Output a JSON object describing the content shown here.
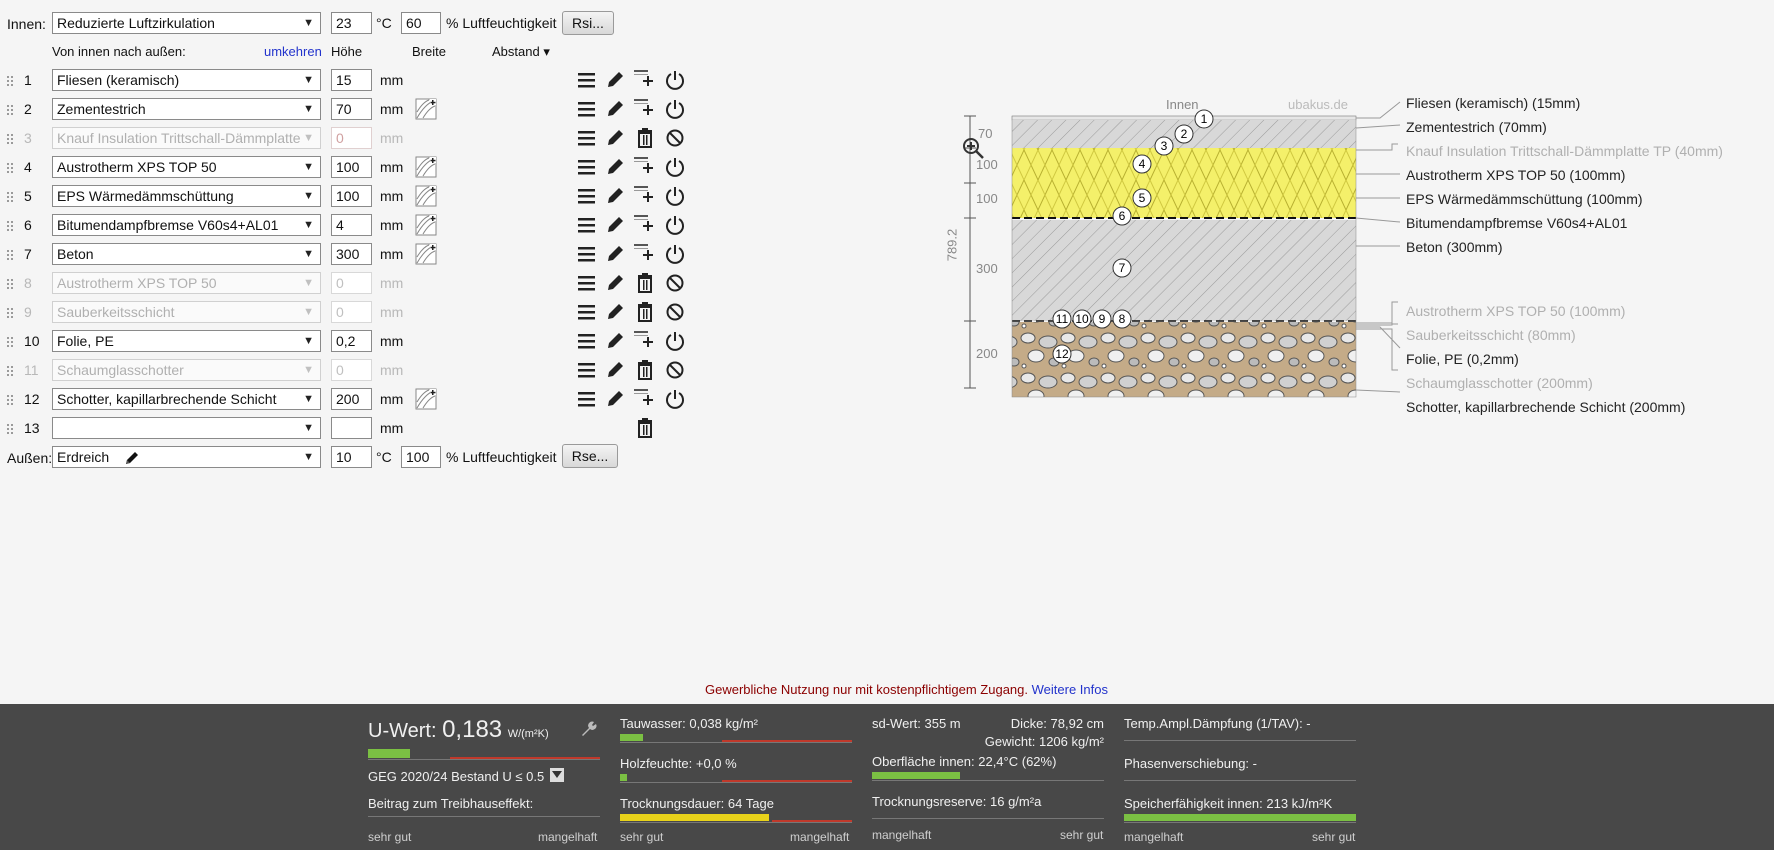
{
  "top": {
    "inner_label": "Innen:",
    "inner_condition": "Reduzierte Luftzirkulation",
    "inner_temp": "23",
    "temp_unit": "°C",
    "inner_humidity": "60",
    "humidity_label": "% Luftfeuchtigkeit",
    "rsi_button": "Rsi..."
  },
  "header": {
    "direction_label": "Von innen nach außen:",
    "reverse_link": "umkehren",
    "height_col": "Höhe",
    "width_col": "Breite",
    "spacing_col": "Abstand ▾"
  },
  "layers": [
    {
      "num": "1",
      "name": "Fliesen (keramisch)",
      "value": "15",
      "unit": "mm",
      "active": true,
      "hatch": false
    },
    {
      "num": "2",
      "name": "Zementestrich",
      "value": "70",
      "unit": "mm",
      "active": true,
      "hatch": true
    },
    {
      "num": "3",
      "name": "Knauf Insulation Trittschall-Dämmplatte",
      "value": "0",
      "unit": "mm",
      "active": false,
      "hatch": false
    },
    {
      "num": "4",
      "name": "Austrotherm XPS TOP 50",
      "value": "100",
      "unit": "mm",
      "active": true,
      "hatch": true
    },
    {
      "num": "5",
      "name": "EPS Wärmedämmschüttung",
      "value": "100",
      "unit": "mm",
      "active": true,
      "hatch": true
    },
    {
      "num": "6",
      "name": "Bitumendampfbremse V60s4+AL01",
      "value": "4",
      "unit": "mm",
      "active": true,
      "hatch": true
    },
    {
      "num": "7",
      "name": "Beton",
      "value": "300",
      "unit": "mm",
      "active": true,
      "hatch": true
    },
    {
      "num": "8",
      "name": "Austrotherm XPS TOP 50",
      "value": "0",
      "unit": "mm",
      "active": false,
      "hatch": false
    },
    {
      "num": "9",
      "name": "Sauberkeitsschicht",
      "value": "0",
      "unit": "mm",
      "active": false,
      "hatch": false
    },
    {
      "num": "10",
      "name": "Folie, PE",
      "value": "0,2",
      "unit": "mm",
      "active": true,
      "hatch": false
    },
    {
      "num": "11",
      "name": "Schaumglasschotter",
      "value": "0",
      "unit": "mm",
      "active": false,
      "hatch": false
    },
    {
      "num": "12",
      "name": "Schotter, kapillarbrechende Schicht",
      "value": "200",
      "unit": "mm",
      "active": true,
      "hatch": true
    },
    {
      "num": "13",
      "name": "",
      "value": "",
      "unit": "mm",
      "active": true,
      "hatch": false,
      "empty": true
    }
  ],
  "outer": {
    "outer_label": "Außen:",
    "outer_condition": "Erdreich",
    "outer_temp": "10",
    "outer_humidity": "100",
    "rse_button": "Rse..."
  },
  "drawing": {
    "inner_label": "Innen",
    "brand": "ubakus.de",
    "total_dim": "789.2",
    "dims": [
      "70",
      "100",
      "100",
      "300",
      "200"
    ],
    "labels": [
      {
        "text": "Fliesen (keramisch) (15mm)",
        "active": true
      },
      {
        "text": "Zementestrich (70mm)",
        "active": true
      },
      {
        "text": "Knauf Insulation Trittschall-Dämmplatte TP (40mm)",
        "active": false
      },
      {
        "text": "Austrotherm XPS TOP 50 (100mm)",
        "active": true
      },
      {
        "text": "EPS Wärmedämmschüttung (100mm)",
        "active": true
      },
      {
        "text": "Bitumendampfbremse V60s4+AL01",
        "active": true
      },
      {
        "text": "Beton (300mm)",
        "active": true
      },
      {
        "text": "Austrotherm XPS TOP 50 (100mm)",
        "active": false
      },
      {
        "text": "Sauberkeitsschicht (80mm)",
        "active": false
      },
      {
        "text": "Folie, PE (0,2mm)",
        "active": true
      },
      {
        "text": "Schaumglasschotter (200mm)",
        "active": false
      },
      {
        "text": "Schotter, kapillarbrechende Schicht (200mm)",
        "active": true
      }
    ],
    "circle_labels": [
      "1",
      "2",
      "3",
      "4",
      "5",
      "6",
      "7",
      "11",
      "10",
      "9",
      "8",
      "12"
    ]
  },
  "notice": {
    "text": "Gewerbliche Nutzung nur mit kostenpflichtigem Zugang.",
    "link": "Weitere Infos"
  },
  "results": {
    "u_label": "U-Wert:",
    "u_value": "0,183",
    "u_unit": "W/(m²K)",
    "u_fill": 0.18,
    "geg": "GEG 2020/24 Bestand U ≤ 0.5",
    "treibhaus": "Beitrag zum Treibhauseffekt:",
    "good": "sehr gut",
    "bad": "mangelhaft",
    "tauwasser": "Tauwasser: 0,038 kg/m²",
    "tauwasser_fill": 0.04,
    "holzfeuchte": "Holzfeuchte: +0,0 %",
    "holzfeuchte_fill": 0.01,
    "trocknung": "Trocknungsdauer: 64 Tage",
    "trocknung_fill": 0.64,
    "sd": "sd-Wert: 355 m",
    "dicke": "Dicke: 78,92 cm",
    "gewicht": "Gewicht: 1206 kg/m²",
    "oberflaeche": "Oberfläche innen: 22,4°C (62%)",
    "oberflaeche_fill": 0.38,
    "trocknungsreserve": "Trocknungsreserve: 16 g/m²a",
    "trocknungsreserve_fill": 0.0,
    "temp_ampl": "Temp.Ampl.Dämpfung (1/TAV): -",
    "phasen": "Phasenverschiebung: -",
    "speicher": "Speicherfähigkeit innen: 213 kJ/m²K",
    "speicher_fill": 1.0,
    "bad2": "mangelhaft",
    "good2": "sehr gut"
  }
}
